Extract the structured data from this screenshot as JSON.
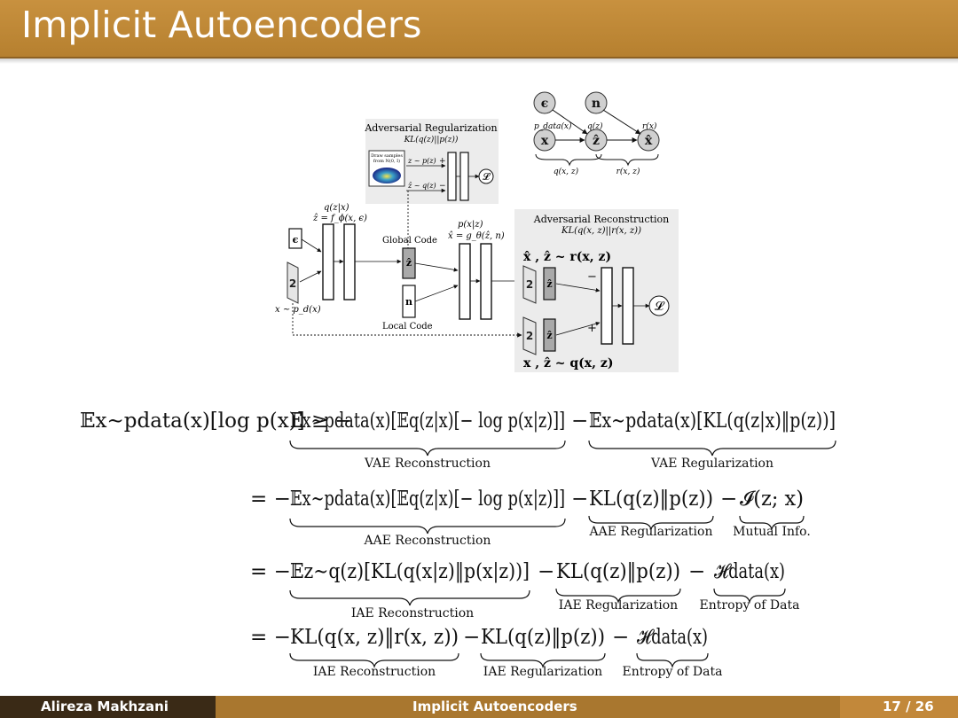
{
  "slide": {
    "title": "Implicit Autoencoders"
  },
  "diagram": {
    "top_graph": {
      "node_eps": "ϵ",
      "node_n": "n",
      "node_x": "x",
      "node_z": "ẑ",
      "node_xhat": "x̂",
      "label_pdata": "p_data(x)",
      "label_qz": "q(z)",
      "label_rx": "r(x)",
      "brace_q": "q(x, z)",
      "brace_r": "r(x, z)"
    },
    "adv_reg": {
      "title_line1": "Adversarial Regularization",
      "title_line2": "KL(q(z)||p(z))",
      "draw_samples_1": "Draw samples",
      "draw_samples_2": "from N(0, I)",
      "z_prior": "z ~ p(z)",
      "z_post": "ẑ ~ q(z)",
      "plus": "+",
      "minus": "−",
      "loss": "𝓛"
    },
    "encoder": {
      "q_label": "q(z|x)",
      "f_label": "ẑ = f_ϕ(x, ϵ)",
      "eps": "ϵ",
      "x_dist": "x ~ p_d(x)"
    },
    "codes": {
      "global_code": "Global Code",
      "local_code": "Local Code",
      "z_hat": "ẑ",
      "n": "n"
    },
    "decoder": {
      "p_label": "p(x|z)",
      "g_label": "x̂ = g_θ(ẑ, n)"
    },
    "adv_rec": {
      "title_line1": "Adversarial Reconstruction",
      "title_line2": "KL(q(x, z)||r(x, z))",
      "top_pair": "x̂ , ẑ ~ r(x, z)",
      "bottom_pair": "x , ẑ ~ q(x, z)",
      "z_hat": "ẑ",
      "minus": "−",
      "plus": "+",
      "loss": "𝓛"
    }
  },
  "equations": {
    "line1_lhs": "𝔼x∼pdata(x)[log p(x)] ≥ −",
    "line1_t1": "𝔼x∼pdata(x)[𝔼q(z|x)[− log p(x|z)]]",
    "line1_op": "−",
    "line1_t2": "𝔼x∼pdata(x)[KL(q(z|x)‖p(z))]",
    "line1_b1": "VAE Reconstruction",
    "line1_b2": "VAE Regularization",
    "line2_lhs": "= −",
    "line2_t1": "𝔼x∼pdata(x)[𝔼q(z|x)[− log p(x|z)]]",
    "line2_op1": "−",
    "line2_t2": "KL(q(z)‖p(z))",
    "line2_op2": "−",
    "line2_t3": "𝓘(z; x)",
    "line2_b1": "AAE Reconstruction",
    "line2_b2": "AAE Regularization",
    "line2_b3": "Mutual Info.",
    "line3_lhs": "= −",
    "line3_t1": "𝔼z∼q(z)[KL(q(x|z)‖p(x|z))]",
    "line3_op1": "−",
    "line3_t2": "KL(q(z)‖p(z))",
    "line3_op2": "−",
    "line3_t3": "𝓗data(x)",
    "line3_b1": "IAE Reconstruction",
    "line3_b2": "IAE Regularization",
    "line3_b3": "Entropy of Data",
    "line4_lhs": "= −",
    "line4_t1": "KL(q(x, z)‖r(x, z))",
    "line4_op1": "−",
    "line4_t2": "KL(q(z)‖p(z))",
    "line4_op2": "−",
    "line4_t3": "𝓗data(x)",
    "line4_b1": "IAE Reconstruction",
    "line4_b2": "IAE Regularization",
    "line4_b3": "Entropy of Data"
  },
  "footer": {
    "author": "Alireza Makhzani",
    "title": "Implicit Autoencoders",
    "page": "17 / 26"
  }
}
